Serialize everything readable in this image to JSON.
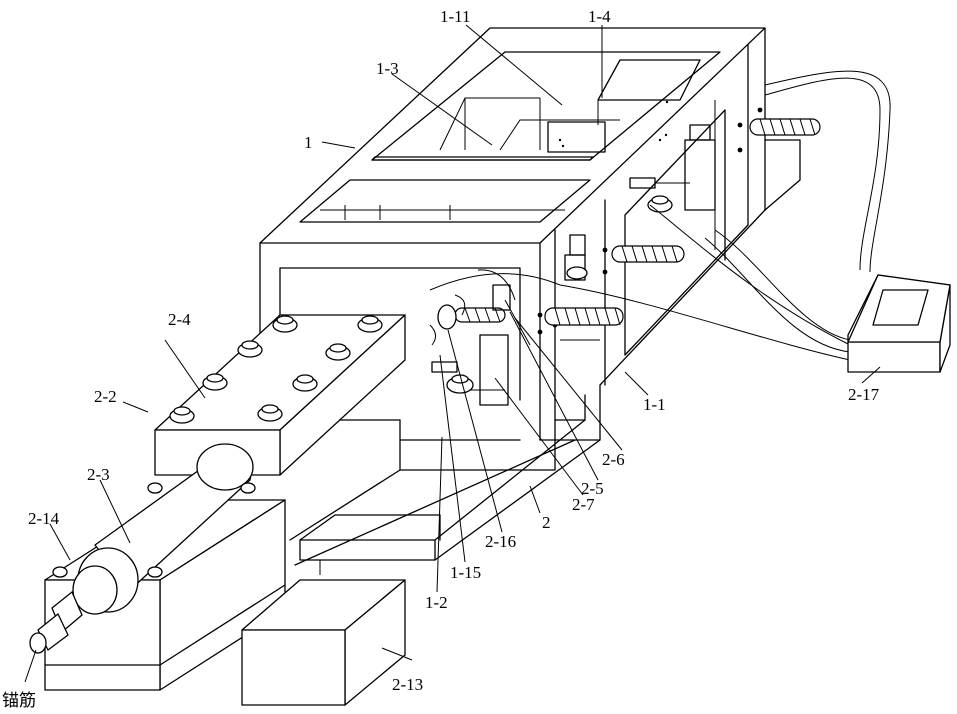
{
  "labels": {
    "l_1": "1",
    "l_1_11": "1-11",
    "l_1_4": "1-4",
    "l_1_3": "1-3",
    "l_1_1": "1-1",
    "l_1_2": "1-2",
    "l_1_15": "1-15",
    "l_2": "2",
    "l_2_2": "2-2",
    "l_2_3": "2-3",
    "l_2_4": "2-4",
    "l_2_5": "2-5",
    "l_2_6": "2-6",
    "l_2_7": "2-7",
    "l_2_13": "2-13",
    "l_2_14": "2-14",
    "l_2_16": "2-16",
    "l_2_17": "2-17",
    "anchor": "锚筋"
  }
}
